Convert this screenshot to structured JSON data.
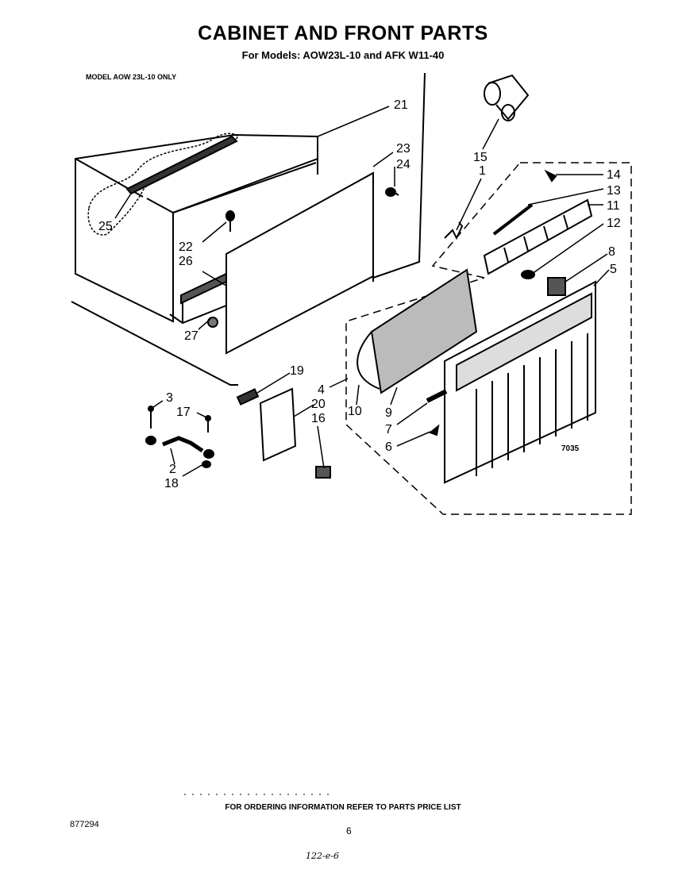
{
  "header": {
    "title": "CABINET AND FRONT PARTS",
    "subtitle": "For Models: AOW23L-10 and AFK W11-40"
  },
  "note": "MODEL AOW 23L-10 ONLY",
  "callouts": [
    "21",
    "23",
    "24",
    "25",
    "22",
    "26",
    "27",
    "15",
    "1",
    "14",
    "13",
    "11",
    "12",
    "8",
    "5",
    "19",
    "4",
    "10",
    "9",
    "7",
    "6",
    "20",
    "16",
    "3",
    "17",
    "2",
    "18"
  ],
  "figure_number": "7035",
  "footer": {
    "ordering_text": "FOR ORDERING INFORMATION REFER TO PARTS PRICE LIST",
    "doc_number": "877294",
    "page_number": "6",
    "handwritten": "122-e-6"
  }
}
